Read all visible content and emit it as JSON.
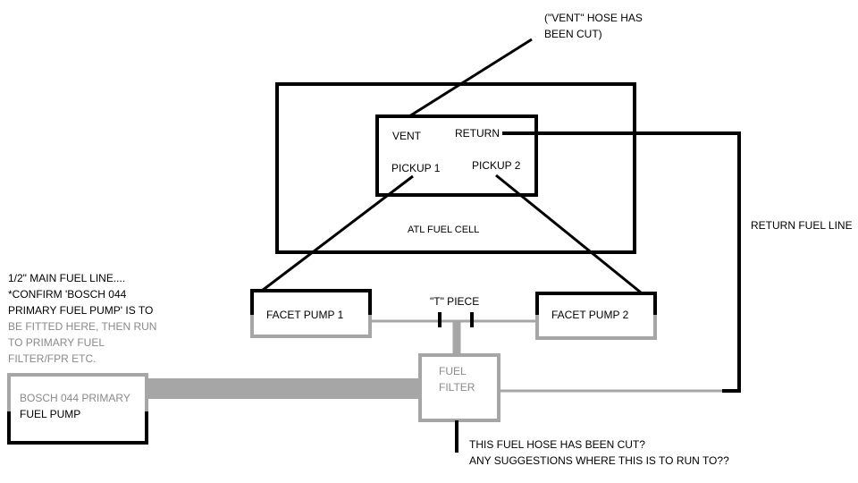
{
  "labels": {
    "vent_note_1": "(\"VENT\" HOSE HAS",
    "vent_note_2": "BEEN CUT)",
    "vent": "VENT",
    "return": "RETURN",
    "pickup1": "PICKUP 1",
    "pickup2": "PICKUP 2",
    "fuel_cell": "ATL FUEL CELL",
    "return_line": "RETURN FUEL LINE",
    "main_line_1": "1/2\" MAIN FUEL LINE....",
    "main_line_2": "*CONFIRM 'BOSCH 044",
    "main_line_3": "PRIMARY FUEL PUMP' IS TO",
    "main_line_4": "BE FITTED HERE, THEN RUN",
    "main_line_5": "TO PRIMARY FUEL",
    "main_line_6": "FILTER/FPR ETC.",
    "facet1": "FACET PUMP 1",
    "t_piece": "\"T\" PIECE",
    "facet2": "FACET PUMP 2",
    "filter_1": "FUEL",
    "filter_2": "FILTER",
    "bosch_1": "BOSCH 044 PRIMARY",
    "bosch_2": "FUEL PUMP",
    "cut_note_1": "THIS FUEL HOSE HAS BEEN CUT?",
    "cut_note_2": "ANY SUGGESTIONS WHERE THIS IS TO RUN TO??"
  },
  "colors": {
    "black": "#000000",
    "grey": "#a6a6a6"
  }
}
